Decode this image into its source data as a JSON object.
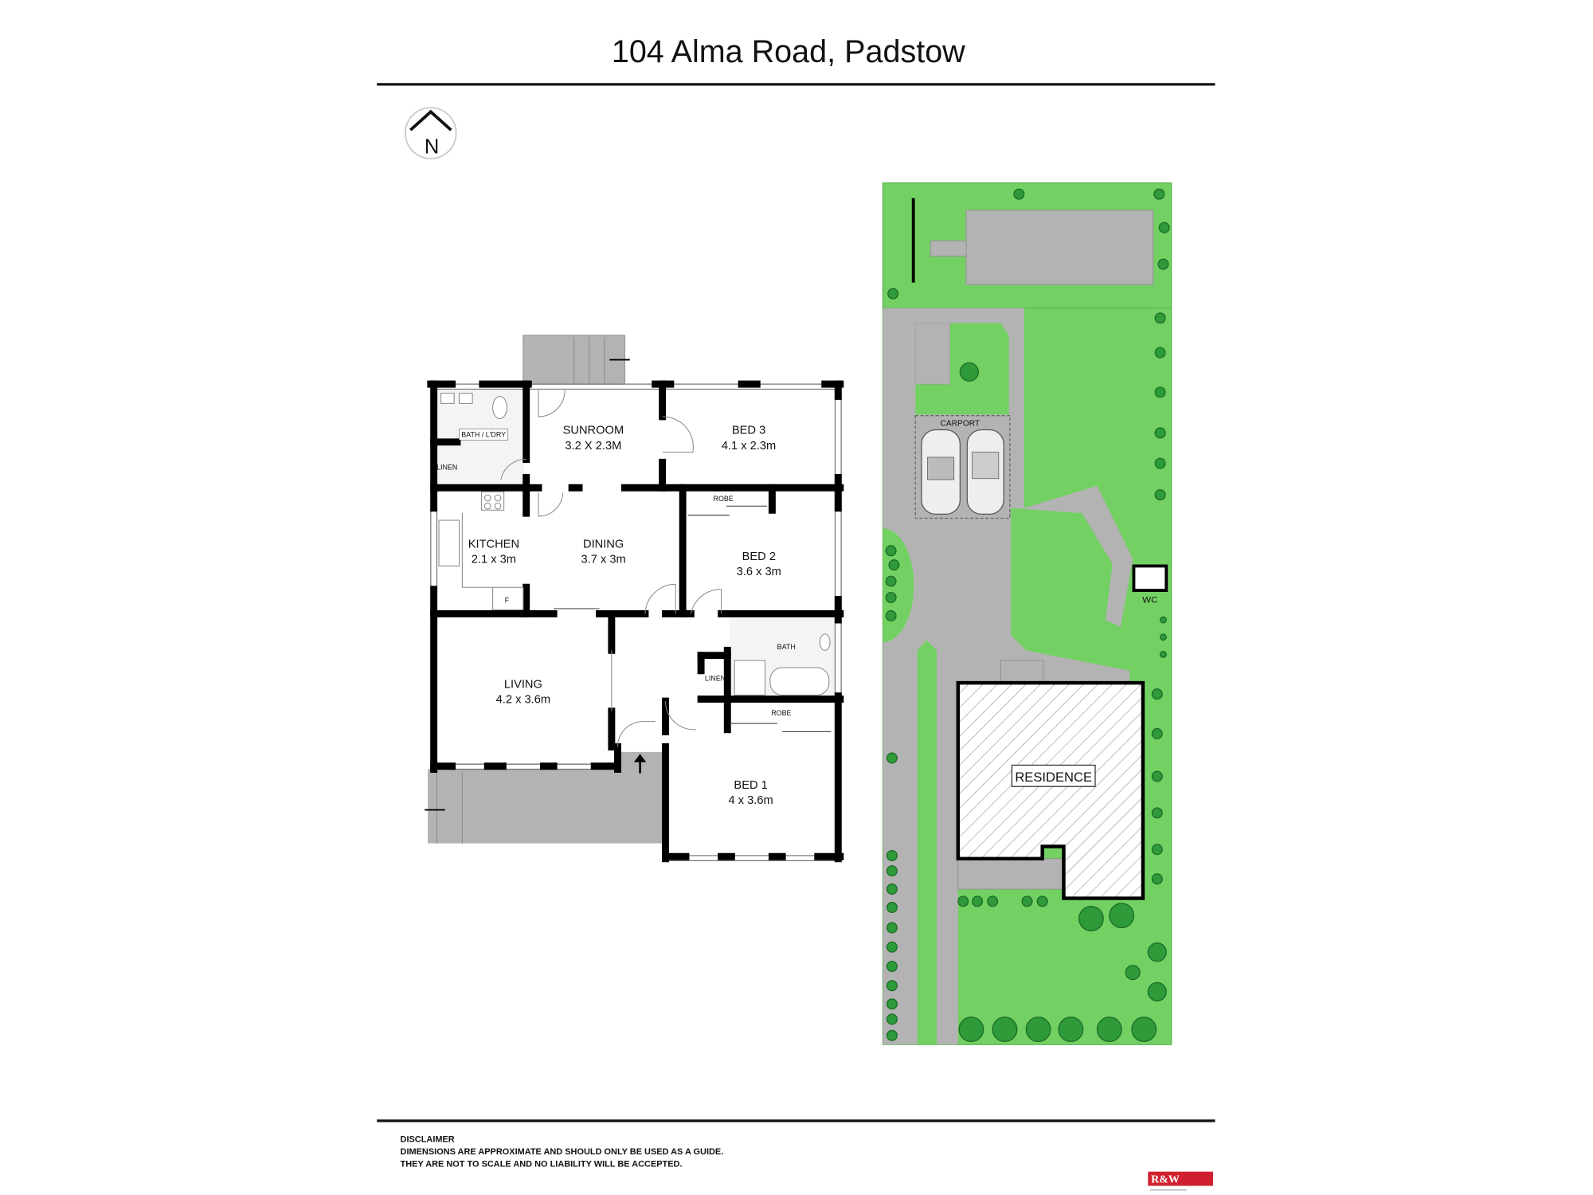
{
  "title": "104 Alma Road, Padstow",
  "north_label": "N",
  "rooms": {
    "sunroom": {
      "name": "SUNROOM",
      "size": "3.2 X 2.3M"
    },
    "bed3": {
      "name": "BED 3",
      "size": "4.1 x 2.3m"
    },
    "bath_laundry": {
      "name": "BATH / L'DRY"
    },
    "linen1": {
      "name": "LINEN"
    },
    "kitchen": {
      "name": "KITCHEN",
      "size": "2.1 x 3m"
    },
    "dining": {
      "name": "DINING",
      "size": "3.7 x 3m"
    },
    "bed2": {
      "name": "BED 2",
      "size": "3.6 x 3m"
    },
    "robe1": {
      "name": "ROBE"
    },
    "fridge": {
      "name": "F"
    },
    "bath": {
      "name": "BATH"
    },
    "linen2": {
      "name": "LINEN"
    },
    "living": {
      "name": "LIVING",
      "size": "4.2 x 3.6m"
    },
    "robe2": {
      "name": "ROBE"
    },
    "bed1": {
      "name": "BED 1",
      "size": "4 x 3.6m"
    }
  },
  "site": {
    "carport": "CARPORT",
    "wc": "WC",
    "residence": "RESIDENCE"
  },
  "colors": {
    "grass": "#73d063",
    "paving": "#b3b3b3",
    "tree": "#2e9a3a",
    "logo": "#d0202f"
  },
  "disclaimer": {
    "heading": "DISCLAIMER",
    "line1": "DIMENSIONS ARE APPROXIMATE AND SHOULD ONLY BE USED AS A  GUIDE.",
    "line2": "THEY ARE NOT TO SCALE AND NO LIABILITY WILL BE ACCEPTED."
  },
  "logo": {
    "text": "R&W"
  }
}
